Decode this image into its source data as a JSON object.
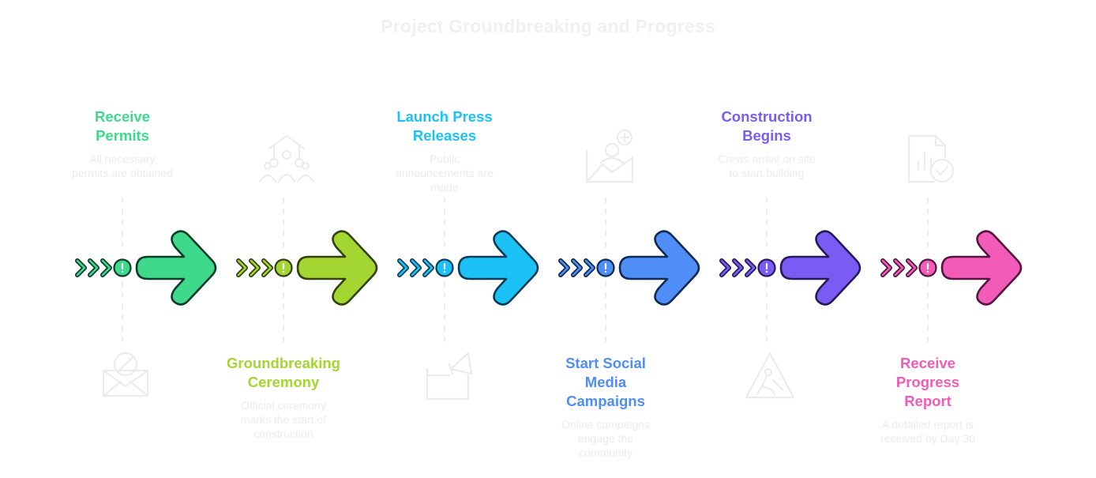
{
  "title": "Project Groundbreaking and Progress",
  "steps": [
    {
      "title_lines": [
        "Receive",
        "Permits"
      ],
      "description_lines": [
        "All necessary",
        "permits are obtained"
      ],
      "color": "#3fd98c",
      "dark": "#0b3d2a",
      "icon": "envelope-blocked-icon",
      "label_position": "top"
    },
    {
      "title_lines": [
        "Groundbreaking",
        "Ceremony"
      ],
      "description_lines": [
        "Official ceremony",
        "marks the start of",
        "construction"
      ],
      "color": "#a3d630",
      "dark": "#334010",
      "icon": "ceremony-group-icon",
      "label_position": "bottom"
    },
    {
      "title_lines": [
        "Launch Press",
        "Releases"
      ],
      "description_lines": [
        "Public",
        "announcements are",
        "made"
      ],
      "color": "#1cc2f5",
      "dark": "#0a3d55",
      "icon": "megaphone-icon",
      "label_position": "top"
    },
    {
      "title_lines": [
        "Start Social",
        "Media",
        "Campaigns"
      ],
      "description_lines": [
        "Online campaigns",
        "engage the",
        "community"
      ],
      "color": "#4f8ef7",
      "dark": "#0f2a55",
      "icon": "mail-add-user-icon",
      "label_position": "bottom"
    },
    {
      "title_lines": [
        "Construction",
        "Begins"
      ],
      "description_lines": [
        "Crews arrive on site",
        "to start building"
      ],
      "color": "#7a5cf5",
      "dark": "#271a5a",
      "icon": "construction-sign-icon",
      "label_position": "top"
    },
    {
      "title_lines": [
        "Receive",
        "Progress",
        "Report"
      ],
      "description_lines": [
        "A detailed report is",
        "received by Day 30"
      ],
      "color": "#f25cb8",
      "dark": "#551540",
      "icon": "report-check-icon",
      "label_position": "bottom"
    }
  ]
}
